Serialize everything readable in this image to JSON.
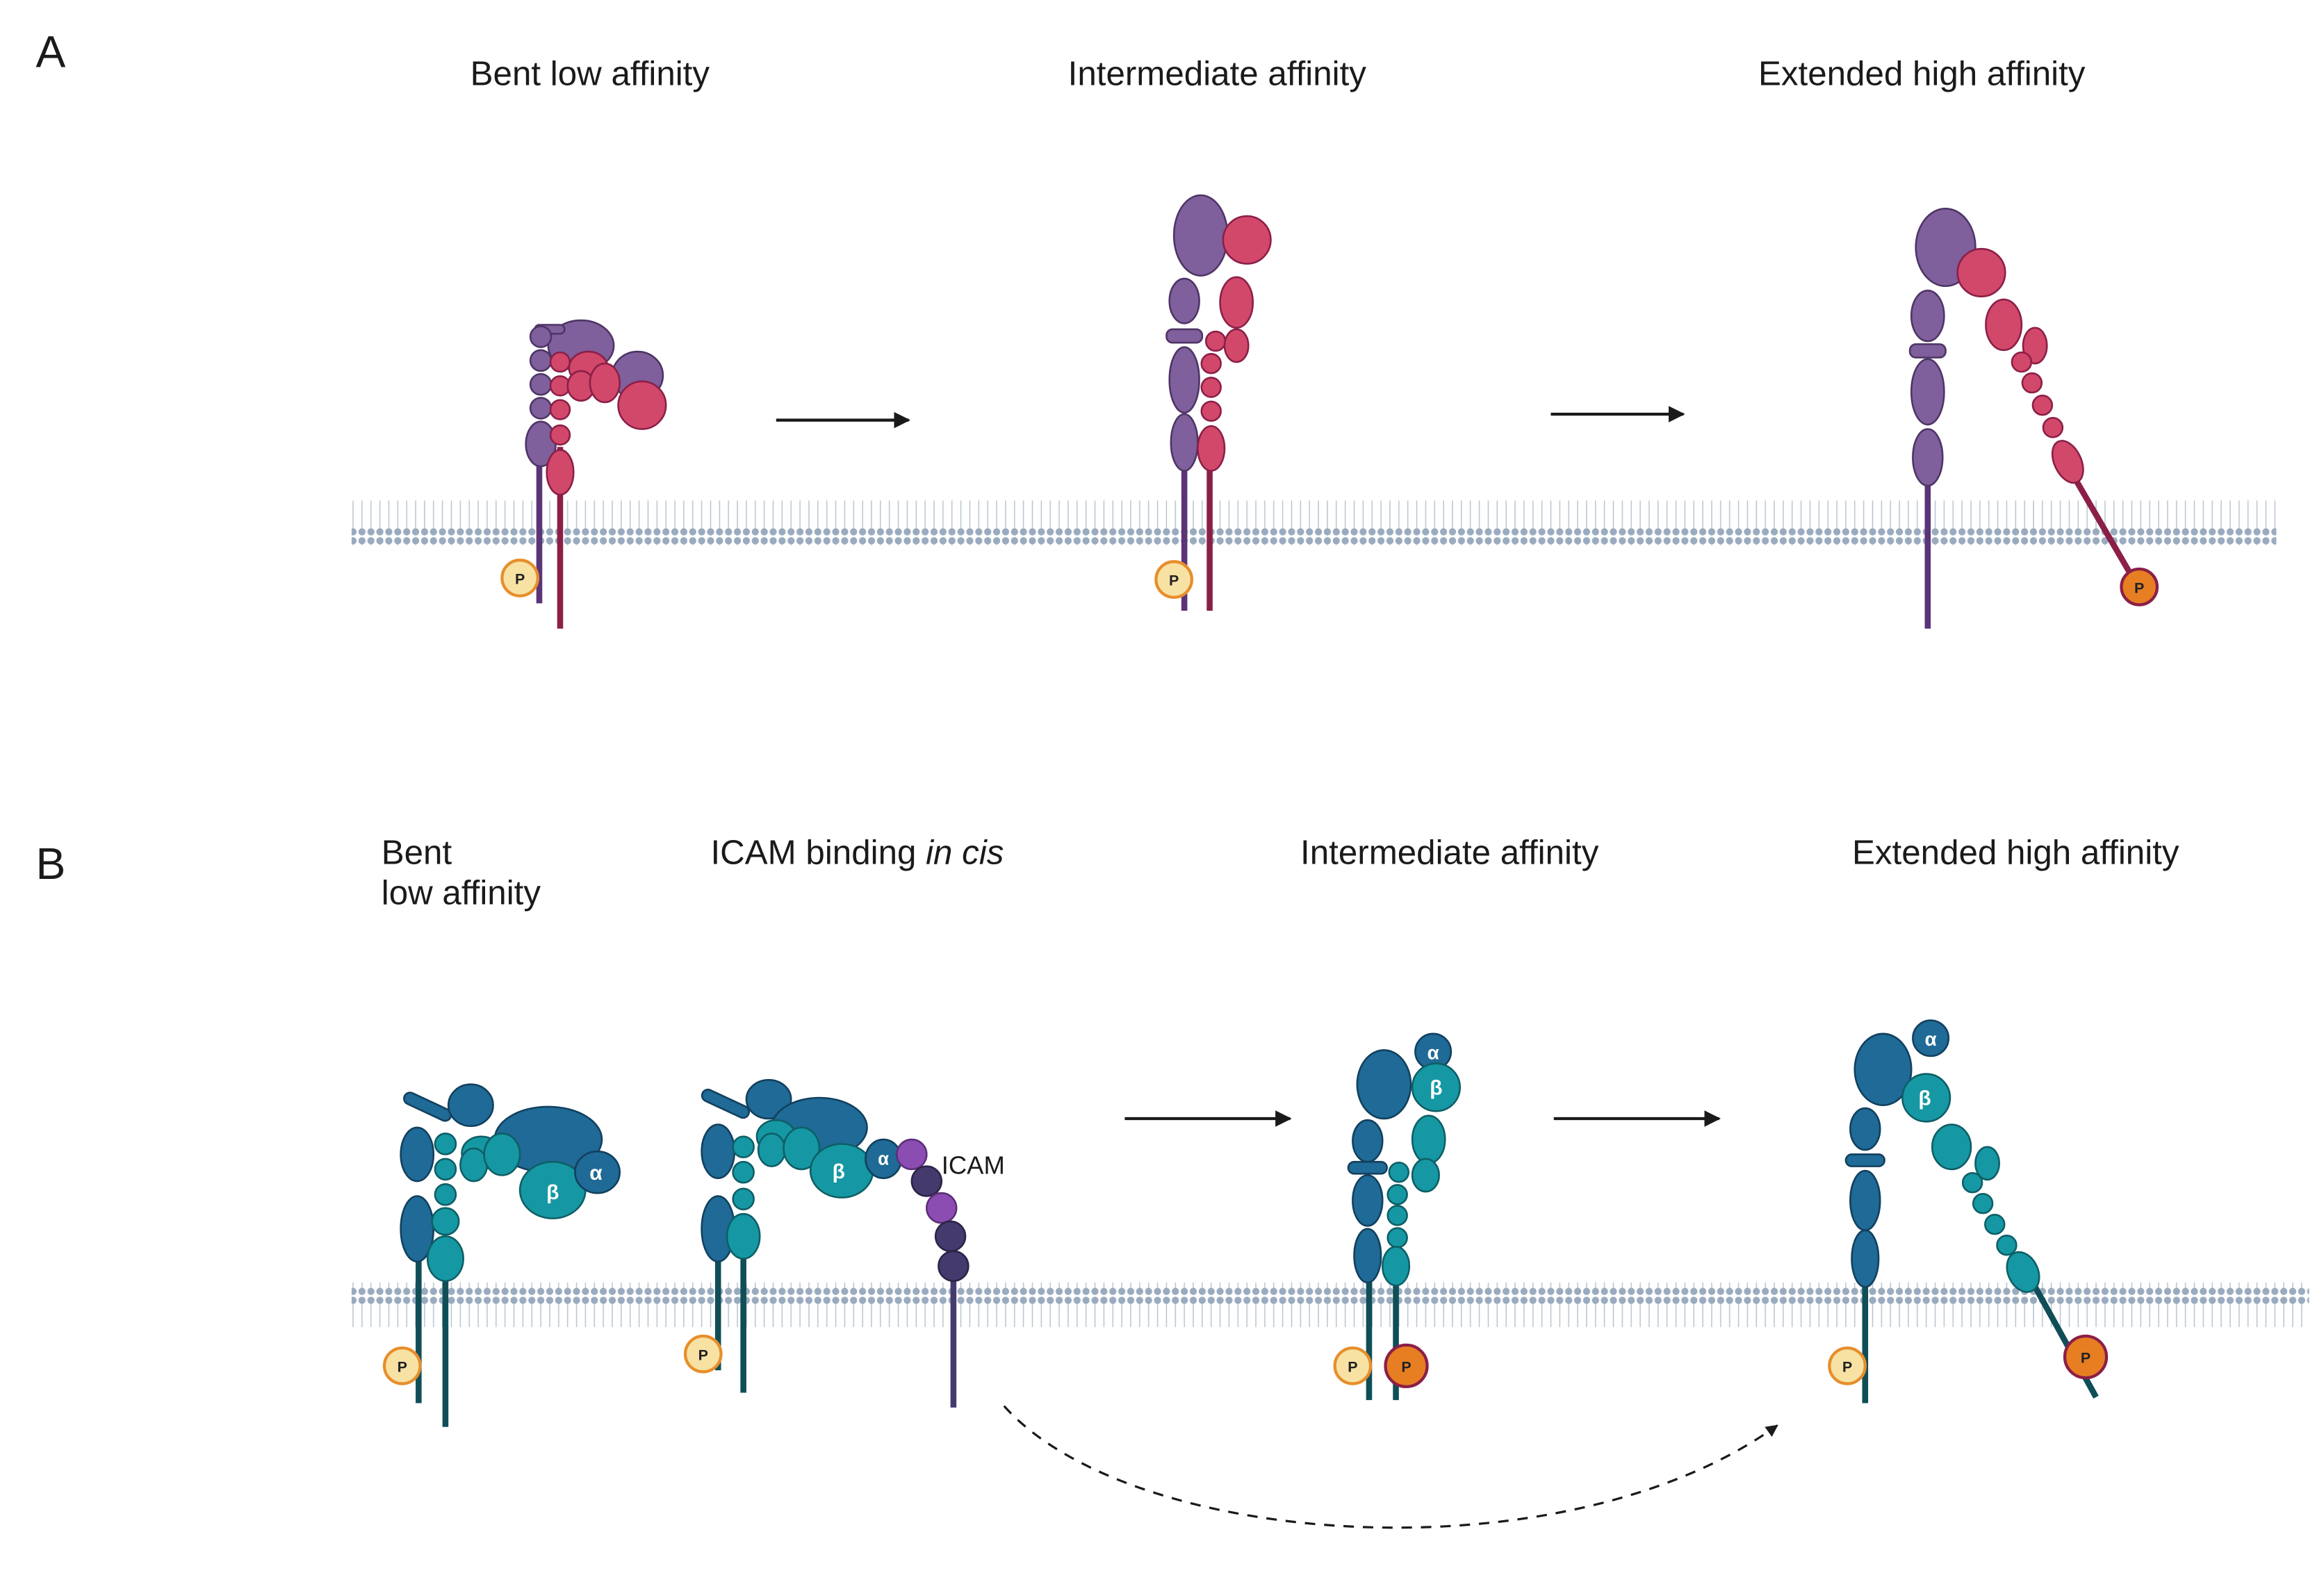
{
  "figure": {
    "panel_a": {
      "letter": "A",
      "stages": [
        "Bent low affinity",
        "Intermediate affinity",
        "Extended high affinity"
      ]
    },
    "panel_b": {
      "letter": "B",
      "stages": {
        "bent_line1": "Bent",
        "bent_line2": "low affinity",
        "icam_prefix": "ICAM binding ",
        "icam_italic": "in cis",
        "intermediate": "Intermediate affinity",
        "extended": "Extended high affinity"
      },
      "alpha_symbol": "α",
      "beta_symbol": "β",
      "icam_label": "ICAM"
    },
    "phospho_label": "P",
    "colors": {
      "alpha_purple": "#7f5f9c",
      "beta_red": "#d2486a",
      "alpha_tail_a": "#5b3478",
      "beta_tail_a": "#8b1f47",
      "alpha_blue": "#1f6a96",
      "beta_teal": "#1598a3",
      "tail_b": "#0f4e57",
      "icam_purple": "#8c4db2",
      "icam_dark": "#453a6e",
      "membrane": "#9aabbf",
      "phospho_light": "#f7e2a4",
      "phospho_dark": "#e77e22"
    }
  }
}
